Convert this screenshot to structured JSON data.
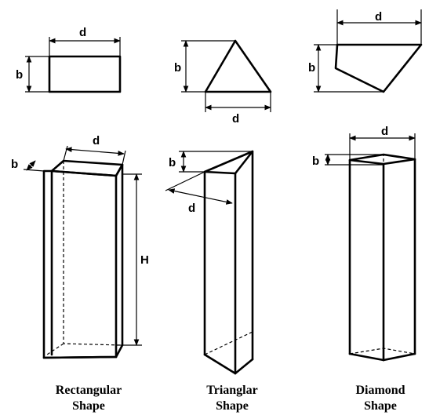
{
  "labels": {
    "d": "d",
    "b": "b",
    "H": "H"
  },
  "captions": {
    "rectangular": [
      "Rectangular",
      "Shape"
    ],
    "triangular": [
      "Trianglar",
      "Shape"
    ],
    "diamond": [
      "Diamond",
      "Shape"
    ]
  }
}
